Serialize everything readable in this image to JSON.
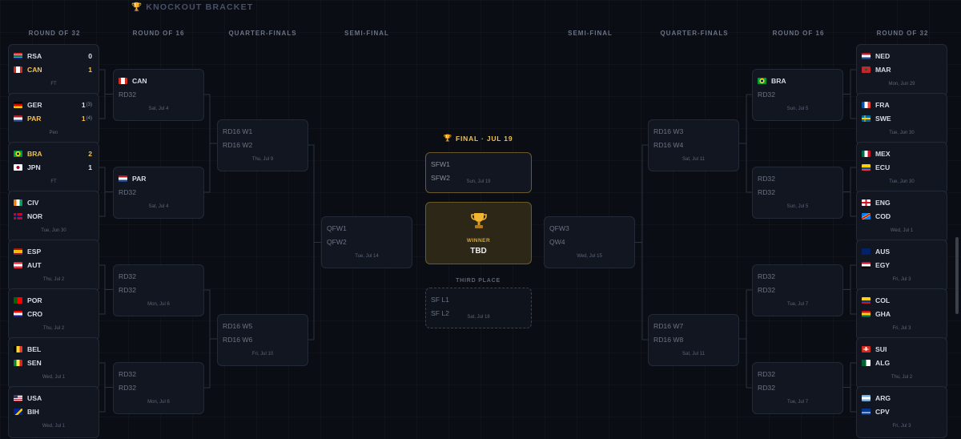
{
  "title": "KNOCKOUT BRACKET",
  "final_header": "FINAL · JUL 19",
  "third_header": "THIRD PLACE",
  "columns": [
    "ROUND OF 32",
    "ROUND OF 16",
    "QUARTER-FINALS",
    "SEMI-FINAL",
    "SEMI-FINAL",
    "QUARTER-FINALS",
    "ROUND OF 16",
    "ROUND OF 32"
  ],
  "r32_left": [
    {
      "a": {
        "name": "RSA",
        "score": "0",
        "flag": "za"
      },
      "b": {
        "name": "CAN",
        "score": "1",
        "flag": "ca",
        "win": true
      },
      "meta": "FT"
    },
    {
      "a": {
        "name": "GER",
        "score": "1",
        "pk": "(3)",
        "flag": "de"
      },
      "b": {
        "name": "PAR",
        "score": "1",
        "pk": "(4)",
        "flag": "nl",
        "win": true
      },
      "meta": "Pen"
    },
    {
      "a": {
        "name": "BRA",
        "score": "2",
        "flag": "br",
        "win": true
      },
      "b": {
        "name": "JPN",
        "score": "1",
        "flag": "jp"
      },
      "meta": "FT"
    },
    {
      "a": {
        "name": "CIV",
        "flag": "ci"
      },
      "b": {
        "name": "NOR",
        "flag": "no"
      },
      "meta": "Tue, Jun 30"
    },
    {
      "a": {
        "name": "ESP",
        "flag": "es"
      },
      "b": {
        "name": "AUT",
        "flag": "at"
      },
      "meta": "Thu, Jul 2"
    },
    {
      "a": {
        "name": "POR",
        "flag": "pt"
      },
      "b": {
        "name": "CRO",
        "flag": "hr"
      },
      "meta": "Thu, Jul 2"
    },
    {
      "a": {
        "name": "BEL",
        "flag": "be"
      },
      "b": {
        "name": "SEN",
        "flag": "sn"
      },
      "meta": "Wed, Jul 1"
    },
    {
      "a": {
        "name": "USA",
        "flag": "us"
      },
      "b": {
        "name": "BIH",
        "flag": "ba"
      },
      "meta": "Wed, Jul 1"
    }
  ],
  "r16_left": [
    {
      "a": {
        "name": "CAN",
        "flag": "ca"
      },
      "b": {
        "name": "RD32",
        "ph": true
      },
      "meta": "Sat, Jul 4"
    },
    {
      "a": {
        "name": "PAR",
        "flag": "nl"
      },
      "b": {
        "name": "RD32",
        "ph": true
      },
      "meta": "Sat, Jul 4"
    },
    {
      "a": {
        "name": "RD32",
        "ph": true
      },
      "b": {
        "name": "RD32",
        "ph": true
      },
      "meta": "Mon, Jul 6"
    },
    {
      "a": {
        "name": "RD32",
        "ph": true
      },
      "b": {
        "name": "RD32",
        "ph": true
      },
      "meta": "Mon, Jul 6"
    }
  ],
  "qf_left": [
    {
      "a": {
        "name": "RD16 W1",
        "ph": true
      },
      "b": {
        "name": "RD16 W2",
        "ph": true
      },
      "meta": "Thu, Jul 9"
    },
    {
      "a": {
        "name": "RD16 W5",
        "ph": true
      },
      "b": {
        "name": "RD16 W6",
        "ph": true
      },
      "meta": "Fri, Jul 10"
    }
  ],
  "sf_left": [
    {
      "a": {
        "name": "QFW1",
        "ph": true
      },
      "b": {
        "name": "QFW2",
        "ph": true
      },
      "meta": "Tue, Jul 14"
    }
  ],
  "final": {
    "a": {
      "name": "SFW1",
      "ph": true
    },
    "b": {
      "name": "SFW2",
      "ph": true
    },
    "meta": "Sun, Jul 19"
  },
  "winner": {
    "label": "WINNER",
    "value": "TBD"
  },
  "third": {
    "a": {
      "name": "SF L1",
      "ph": true
    },
    "b": {
      "name": "SF L2",
      "ph": true
    },
    "meta": "Sat, Jul 18"
  },
  "sf_right": [
    {
      "a": {
        "name": "QFW3",
        "ph": true
      },
      "b": {
        "name": "QW4",
        "ph": true
      },
      "meta": "Wed, Jul 15"
    }
  ],
  "qf_right": [
    {
      "a": {
        "name": "RD16 W3",
        "ph": true
      },
      "b": {
        "name": "RD16 W4",
        "ph": true
      },
      "meta": "Sat, Jul 11"
    },
    {
      "a": {
        "name": "RD16 W7",
        "ph": true
      },
      "b": {
        "name": "RD16 W8",
        "ph": true
      },
      "meta": "Sat, Jul 11"
    }
  ],
  "r16_right": [
    {
      "a": {
        "name": "BRA",
        "flag": "br"
      },
      "b": {
        "name": "RD32",
        "ph": true
      },
      "meta": "Sun, Jul 5"
    },
    {
      "a": {
        "name": "RD32",
        "ph": true
      },
      "b": {
        "name": "RD32",
        "ph": true
      },
      "meta": "Sun, Jul 5"
    },
    {
      "a": {
        "name": "RD32",
        "ph": true
      },
      "b": {
        "name": "RD32",
        "ph": true
      },
      "meta": "Tue, Jul 7"
    },
    {
      "a": {
        "name": "RD32",
        "ph": true
      },
      "b": {
        "name": "RD32",
        "ph": true
      },
      "meta": "Tue, Jul 7"
    }
  ],
  "r32_right": [
    {
      "a": {
        "name": "NED",
        "flag": "nl"
      },
      "b": {
        "name": "MAR",
        "flag": "ma"
      },
      "meta": "Mon, Jun 29"
    },
    {
      "a": {
        "name": "FRA",
        "flag": "fr"
      },
      "b": {
        "name": "SWE",
        "flag": "se"
      },
      "meta": "Tue, Jun 30"
    },
    {
      "a": {
        "name": "MEX",
        "flag": "mx"
      },
      "b": {
        "name": "ECU",
        "flag": "ec"
      },
      "meta": "Tue, Jun 30"
    },
    {
      "a": {
        "name": "ENG",
        "flag": "gb"
      },
      "b": {
        "name": "COD",
        "flag": "cd"
      },
      "meta": "Wed, Jul 1"
    },
    {
      "a": {
        "name": "AUS",
        "flag": "au"
      },
      "b": {
        "name": "EGY",
        "flag": "eg"
      },
      "meta": "Fri, Jul 3"
    },
    {
      "a": {
        "name": "COL",
        "flag": "co"
      },
      "b": {
        "name": "GHA",
        "flag": "gh"
      },
      "meta": "Fri, Jul 3"
    },
    {
      "a": {
        "name": "SUI",
        "flag": "ch"
      },
      "b": {
        "name": "ALG",
        "flag": "dz"
      },
      "meta": "Thu, Jul 2"
    },
    {
      "a": {
        "name": "ARG",
        "flag": "ar"
      },
      "b": {
        "name": "CPV",
        "flag": "cv"
      },
      "meta": "Fri, Jul 3"
    }
  ]
}
